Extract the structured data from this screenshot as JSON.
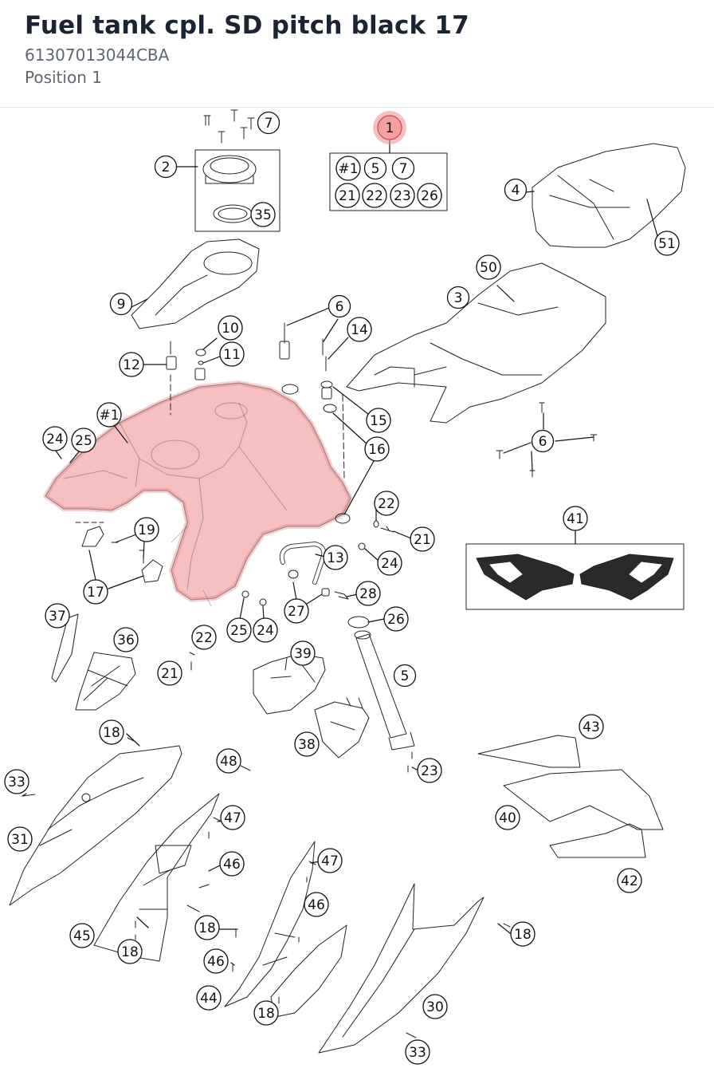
{
  "header": {
    "title": "Fuel tank cpl. SD pitch black 17",
    "part_number": "61307013044CBA",
    "position": "Position 1"
  },
  "highlight_color": "#f08c8c",
  "callouts": {
    "c1": "1",
    "c2": "2",
    "c3": "3",
    "c4": "4",
    "c5": "5",
    "c6a": "6",
    "c6b": "6",
    "c7": "7",
    "c9": "9",
    "c10": "10",
    "c11": "11",
    "c12": "12",
    "c13": "13",
    "c14": "14",
    "c15": "15",
    "c16": "16",
    "c17": "17",
    "c18a": "18",
    "c18b": "18",
    "c18c": "18",
    "c18d": "18",
    "c18e": "18",
    "c19": "19",
    "c21a": "21",
    "c21b": "21",
    "c22a": "22",
    "c22b": "22",
    "c23": "23",
    "c24a": "24",
    "c24b": "24",
    "c24c": "24",
    "c25a": "25",
    "c25b": "25",
    "c26": "26",
    "c27": "27",
    "c28": "28",
    "c30": "30",
    "c31": "31",
    "c33a": "33",
    "c33b": "33",
    "c35": "35",
    "c36": "36",
    "c37": "37",
    "c38": "38",
    "c39": "39",
    "c40": "40",
    "c41": "41",
    "c42": "42",
    "c43": "43",
    "c44": "44",
    "c45": "45",
    "c46a": "46",
    "c46b": "46",
    "c46c": "46",
    "c47a": "47",
    "c47b": "47",
    "c48": "48",
    "c50": "50",
    "c51": "51",
    "tank": "#1"
  },
  "kit_box": {
    "items": [
      "#1",
      "5",
      "7",
      "21",
      "22",
      "23",
      "26"
    ]
  }
}
